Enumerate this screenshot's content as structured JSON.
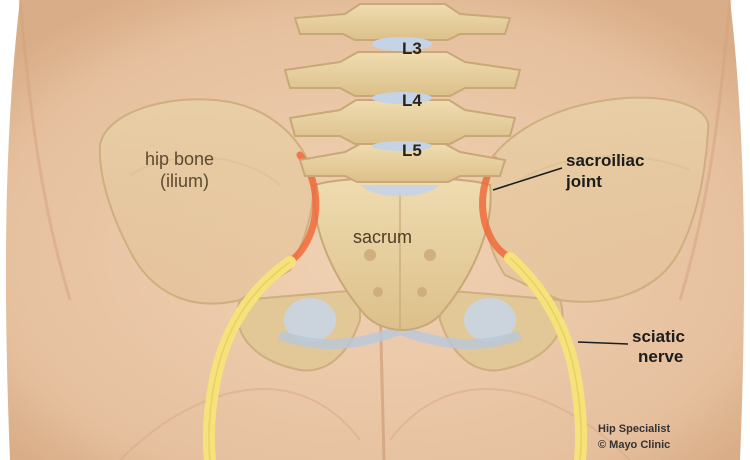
{
  "labels": {
    "l3": "L3",
    "l4": "L4",
    "l5": "L5",
    "hip_bone_1": "hip bone",
    "hip_bone_2": "(ilium)",
    "sacrum": "sacrum",
    "sacroiliac_1": "sacroiliac",
    "sacroiliac_2": "joint",
    "sciatic_1": "sciatic",
    "sciatic_2": "nerve"
  },
  "credit": {
    "line1": "Hip Specialist",
    "line2": "© Mayo Clinic"
  },
  "colors": {
    "skin": "#ecc9a8",
    "bone": "#e9d3a3",
    "nerve": "#f6e27a",
    "joint": "#f06a3c",
    "ligament": "#b8c8dc"
  },
  "icons": [
    "lumbar-vertebra",
    "pelvis",
    "sciatic-nerve"
  ]
}
